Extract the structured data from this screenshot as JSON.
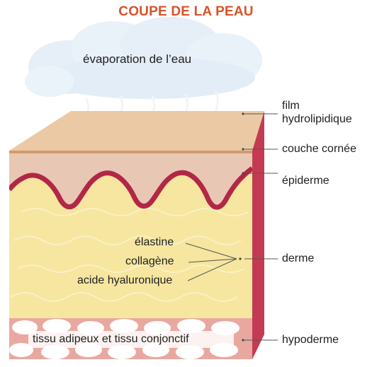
{
  "title": "COUPE DE LA PEAU",
  "cloud_label": "évaporation de l’eau",
  "layers": {
    "film": [
      "film",
      "hydrolipidique"
    ],
    "couche_cornee": "couche cornée",
    "epiderme": "épiderme",
    "derme": "derme",
    "hypoderme": "hypoderme"
  },
  "components": {
    "elastine": "élastine",
    "collagene": "collagène",
    "acide": "acide hyaluronique"
  },
  "adipose_label": "tissu adipeux et tissu conjonctif",
  "colors": {
    "title": "#d8532a",
    "epidermis": "#e9c7b5",
    "stratum": "#cf9d6a",
    "basal_line": "#b32746",
    "dermis": "#f6e6a0",
    "side": "#c43a52",
    "fat_bg": "#e8a8a0",
    "fat_cell": "#ffffff"
  }
}
